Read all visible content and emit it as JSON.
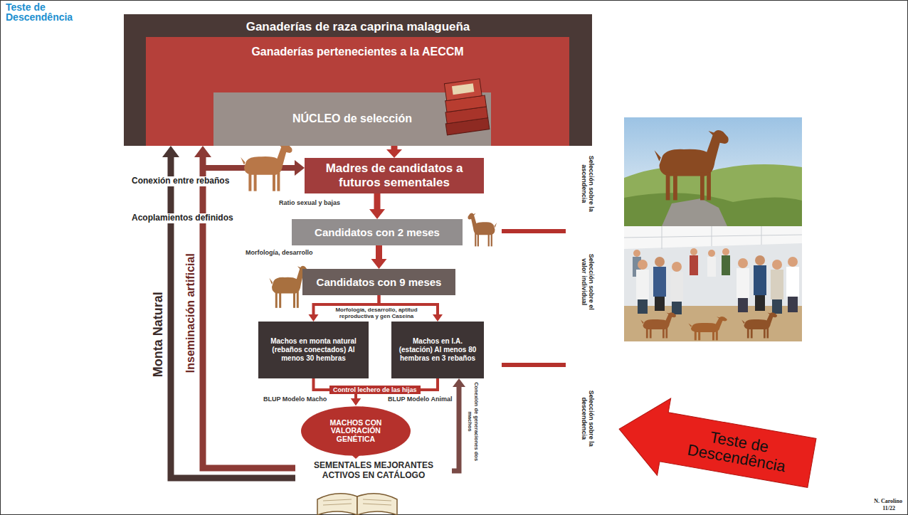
{
  "diagram": {
    "title": "Teste de Descendência",
    "nodes": [
      {
        "text": [
          "Ganaderías de raza caprina malagueña"
        ]
      },
      {
        "text": [
          "Ganaderías pertenecientes a la AECCM"
        ],
        "in": 0
      },
      {
        "text": [
          "NÚCLEO de selección"
        ],
        "in": 1
      },
      {
        "text": [
          "Madres de candidatos a futuros sementales"
        ]
      },
      {
        "text": [
          "Candidatos con 2 meses"
        ]
      },
      {
        "text": [
          "Candidatos con 9 meses"
        ]
      },
      {
        "text": [
          "Machos en monta natural (rebaños conectados) Al menos 30 hembras"
        ]
      },
      {
        "text": [
          "Machos en I.A. (estación) Al menos 80 hembras en 3 rebaños"
        ]
      },
      {
        "text": [
          "MACHOS CON VALORACIÓN GENÉTICA"
        ]
      },
      {
        "text": [
          "SEMENTALES MEJORANTES ACTIVOS EN CATÁLOGO"
        ]
      },
      {
        "text": [
          "Teste de Descendência"
        ]
      }
    ],
    "edges": [
      {
        "from": 2,
        "to": 3,
        "arrow": "to"
      },
      {
        "from": 3,
        "to": 4,
        "arrow": "to"
      },
      {
        "from": 4,
        "to": 5,
        "arrow": "to"
      },
      {
        "from": 5,
        "to": 6,
        "arrow": "to"
      },
      {
        "from": 5,
        "to": 7,
        "arrow": "to"
      },
      {
        "from": 6,
        "to": 8,
        "arrow": "to"
      },
      {
        "from": 7,
        "to": 8,
        "arrow": "to"
      },
      {
        "from": 8,
        "to": 9,
        "arrow": "to"
      },
      {
        "from": 9,
        "to": 0,
        "arrow": "to"
      },
      {
        "from": 9,
        "to": 1,
        "arrow": "to"
      },
      {
        "from": 9,
        "to": 3,
        "arrow": "to"
      },
      {
        "from": 9,
        "to": 7,
        "arrow": "to"
      }
    ],
    "labels": [
      "Conexión entre rebaños",
      "Acoplamientos definidos",
      "Ratio sexual y bajas",
      "Morfología, desarrollo",
      "Morfología, desarrollo, aptitud reproductiva y gen Caseína",
      "Control lechero de las hijas",
      "BLUP Modelo Macho",
      "BLUP Modelo Animal",
      "Monta Natural",
      "Inseminación artificial",
      "Conexión de generaciones dos machos",
      "Selección sobre la ascendencia",
      "Selección sobre el valor individual",
      "Selección sobre la descendencia",
      "N. Carolino",
      "11/22"
    ]
  }
}
